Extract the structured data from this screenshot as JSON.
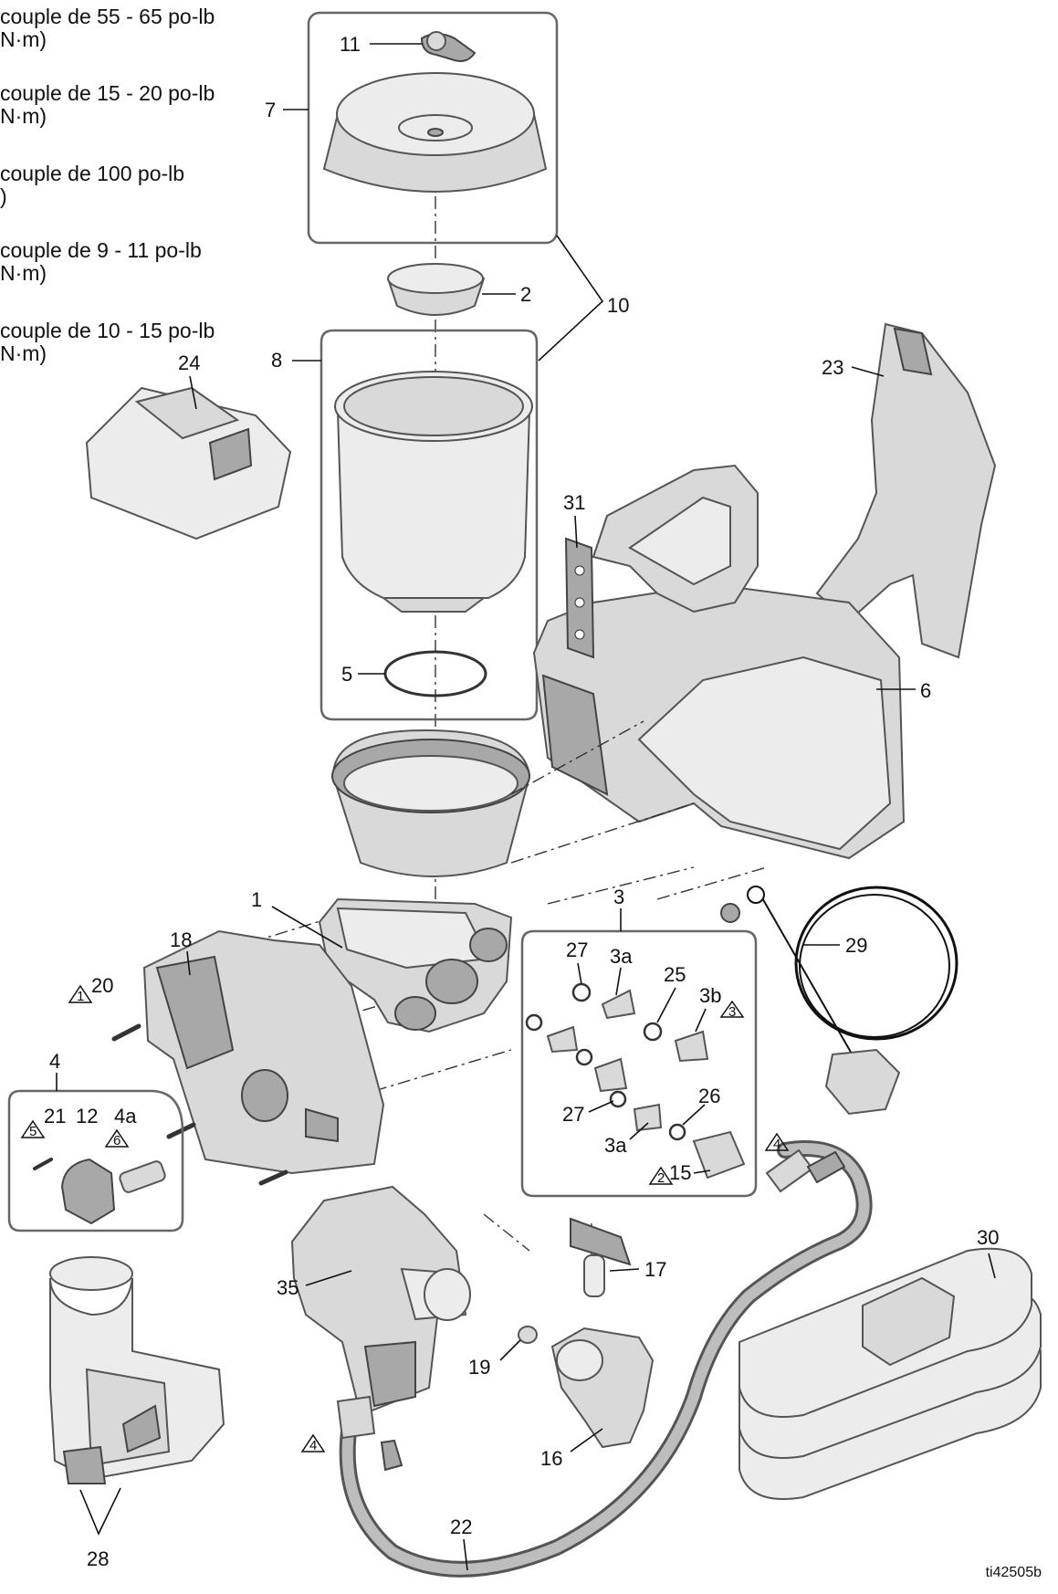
{
  "torque_notes": [
    {
      "line1": "couple de 55 - 65 po-lb",
      "line2": "N·m)"
    },
    {
      "line1": "couple de 15 - 20 po-lb",
      "line2": "N·m)"
    },
    {
      "line1": "couple de 100 po-lb",
      "line2": ")"
    },
    {
      "line1": "couple de 9 - 11 po-lb",
      "line2": "N·m)"
    },
    {
      "line1": "couple de 10 - 15 po-lb",
      "line2": "N·m)"
    }
  ],
  "callouts": {
    "c1": "1",
    "c2": "2",
    "c3": "3",
    "c3a_top": "3a",
    "c3a_bottom": "3a",
    "c3b": "3b",
    "c4_box": "4",
    "c4a": "4a",
    "c5": "5",
    "c6": "6",
    "c7": "7",
    "c8": "8",
    "c10": "10",
    "c11": "11",
    "c12": "12",
    "c15": "15",
    "c16": "16",
    "c17": "17",
    "c18": "18",
    "c19": "19",
    "c20": "20",
    "c21": "21",
    "c22": "22",
    "c23": "23",
    "c24": "24",
    "c25": "25",
    "c26": "26",
    "c27_top": "27",
    "c27_bottom": "27",
    "c28": "28",
    "c29": "29",
    "c30": "30",
    "c31": "31",
    "c35": "35"
  },
  "triangle_notes": {
    "t20": "1",
    "t3b": "3",
    "t21": "5",
    "t4a": "6",
    "t15": "2",
    "t_hose_top": "4",
    "t_hose_bottom": "4"
  },
  "figure_id": "ti42505b"
}
